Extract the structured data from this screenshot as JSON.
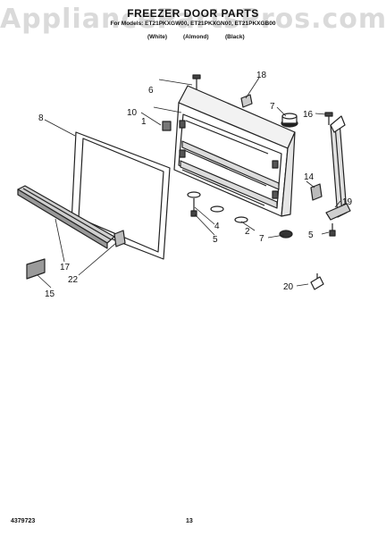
{
  "header": {
    "watermark": "AppliancePartsPros.com",
    "title": "FREEZER DOOR PARTS",
    "models": "For Models: ET21PKXGW00, ET21PKXGN00, ET21PKXGB00",
    "colors": [
      "(White)",
      "(Almond)",
      "(Black)"
    ]
  },
  "callouts": [
    "1",
    "2",
    "4",
    "5",
    "5",
    "6",
    "7",
    "7",
    "8",
    "10",
    "14",
    "15",
    "16",
    "17",
    "18",
    "19",
    "20",
    "22"
  ],
  "footer": {
    "doc_number": "4379723",
    "page_number": "13"
  }
}
